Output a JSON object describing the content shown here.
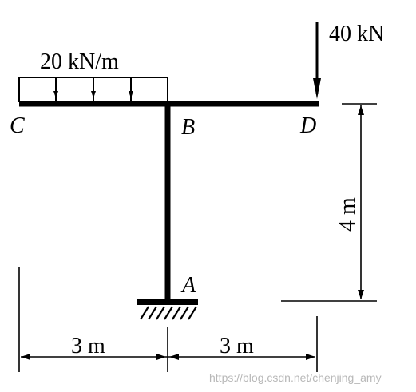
{
  "loads": {
    "distributed": "20 kN/m",
    "point": "40 kN"
  },
  "points": {
    "c": "C",
    "b": "B",
    "d": "D",
    "a": "A"
  },
  "dimensions": {
    "left_span": "3 m",
    "right_span": "3 m",
    "height": "4 m"
  },
  "watermark": "https://blog.csdn.net/chenjing_amy",
  "colors": {
    "line": "#000000",
    "watermark": "#b8b8b8"
  }
}
